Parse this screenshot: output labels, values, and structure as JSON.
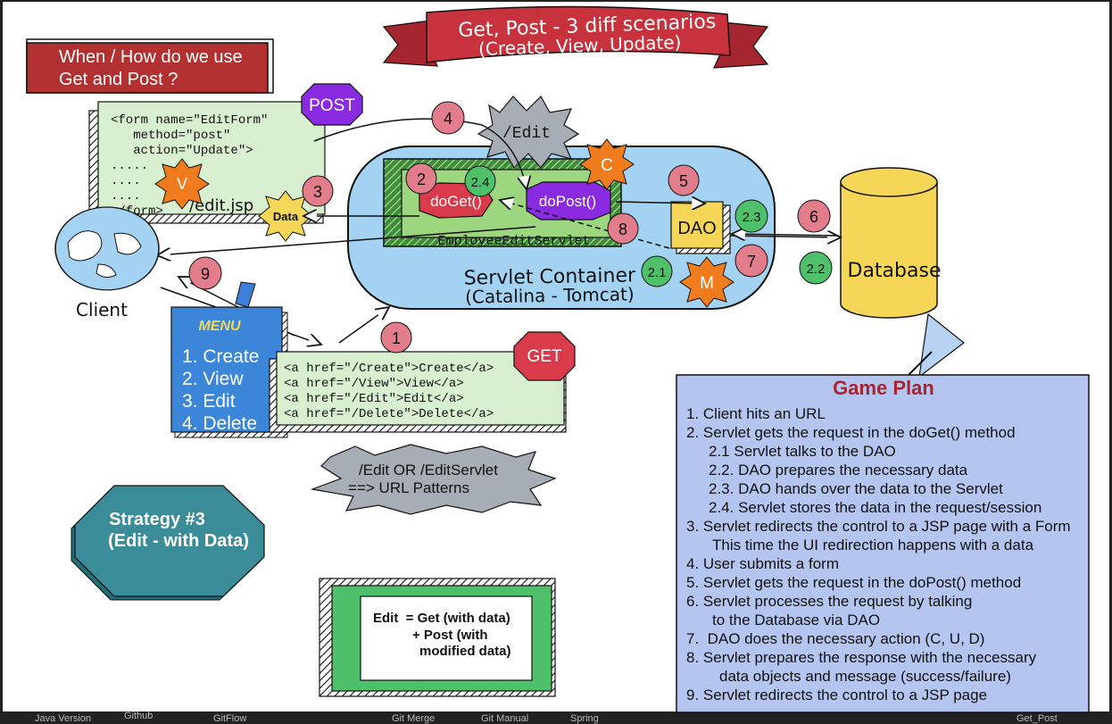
{
  "header": {
    "banner_line1": "Get, Post - 3 diff scenarios",
    "banner_line2": "(Create, View, Update)",
    "question_line1": "When / How do we use",
    "question_line2": "Get and Post ?"
  },
  "form_box": {
    "lines": [
      "<form name=\"EditForm\"",
      "   method=\"post\"",
      "   action=\"Update\">",
      ".....",
      "....",
      "....",
      "</form>"
    ],
    "file": "/edit.jsp",
    "post_badge": "POST",
    "v_badge": "V",
    "data_badge": "Data"
  },
  "container": {
    "servlet": "EmployeeEditServlet",
    "doget": "doGet()",
    "dopost": "doPost()",
    "dao": "DAO",
    "label_line1": "Servlet Container",
    "label_line2": "(Catalina - Tomcat)",
    "edit_url": "/Edit",
    "c_badge": "C",
    "m_badge": "M"
  },
  "database": "Database",
  "client": "Client",
  "steps": {
    "s1": "1",
    "s2": "2",
    "s3": "3",
    "s4": "4",
    "s5": "5",
    "s6": "6",
    "s7": "7",
    "s8": "8",
    "s9": "9",
    "s21": "2.1",
    "s22": "2.2",
    "s23": "2.3",
    "s24": "2.4"
  },
  "menu": {
    "title": "MENU",
    "items": [
      "1. Create",
      "2. View",
      "3. Edit",
      "4. Delete"
    ]
  },
  "links_box": {
    "lines": [
      "<a href=\"/Create\">Create</a>",
      "<a href=\"/View\">View</a>",
      "<a href=\"/Edit\">Edit</a>",
      "<a href=\"/Delete\">Delete</a>"
    ],
    "get_badge": "GET"
  },
  "url_pattern": {
    "line1": "/Edit OR /EditServlet",
    "line2": "==> URL Patterns"
  },
  "strategy": {
    "line1": "Strategy #3",
    "line2": "(Edit - with Data)"
  },
  "edit_formula": {
    "line1": "Edit  = Get (with data)",
    "line2": "+ Post (with",
    "line3": "modified data)"
  },
  "game_plan": {
    "title": "Game Plan",
    "items": [
      "1. Client hits an URL",
      "2. Servlet gets the request in the doGet() method",
      "2.1 Servlet talks to the DAO",
      "2.2. DAO prepares the necessary data",
      "2.3. DAO hands over the data to the Servlet",
      "2.4. Servlet stores the data in the request/session",
      "3. Servlet redirects the control to a JSP page with a Form",
      "This time the UI redirection happens with a data",
      "4. User submits a form",
      "5. Servlet gets the request  in the doPost() method",
      "6. Servlet processes the request by talking",
      "to the Database via DAO",
      "7.  DAO does the necessary action (C, U, D)",
      "8. Servlet prepares the response with the necessary",
      "data objects and message (success/failure)",
      "9. Servlet redirects the control to a JSP page"
    ]
  },
  "taskbar": [
    "Java Version",
    "Github",
    "GitFlow",
    "Git Merge",
    "Git Manual",
    "Spring",
    "Get_Post"
  ]
}
